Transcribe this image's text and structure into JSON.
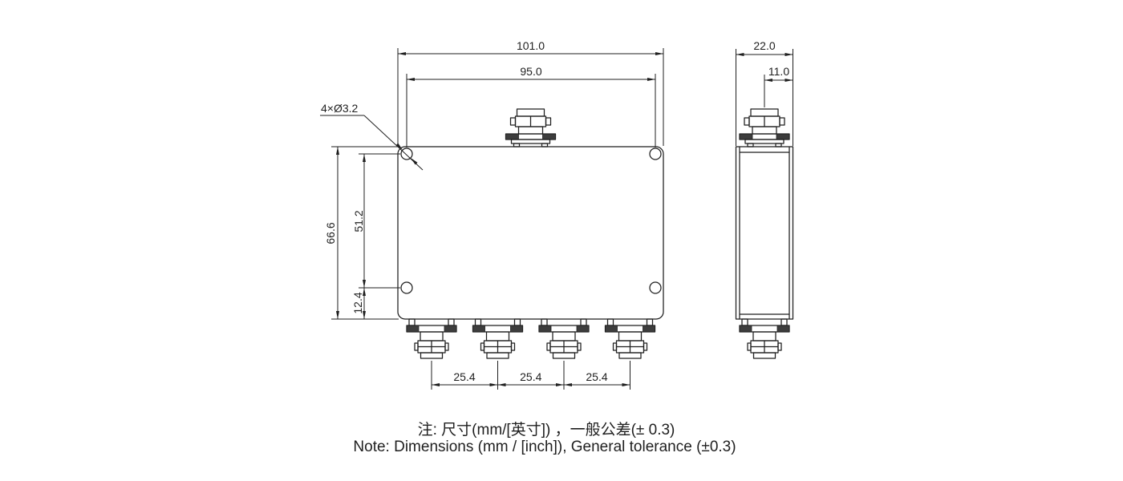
{
  "drawing": {
    "front_view": {
      "dim_width": "101.0",
      "dim_hole_span_h": "95.0",
      "dim_height": "66.6",
      "dim_hole_span_v": "51.2",
      "dim_hole_offset_bottom": "12.4",
      "dim_port_spacings": [
        "25.4",
        "25.4",
        "25.4"
      ],
      "hole_callout": "4×Ø3.2"
    },
    "side_view": {
      "dim_depth": "22.0",
      "dim_center_offset": "11.0"
    },
    "notes": {
      "line1_zh": "注: 尺寸(mm/[英寸]) ，一般公差(± 0.3)",
      "line2_en": "Note: Dimensions (mm / [inch]), General tolerance (±0.3)"
    },
    "colors": {
      "line": "#1f1f1f",
      "background": "#ffffff",
      "fill_dark": "#3d3d3d"
    }
  }
}
